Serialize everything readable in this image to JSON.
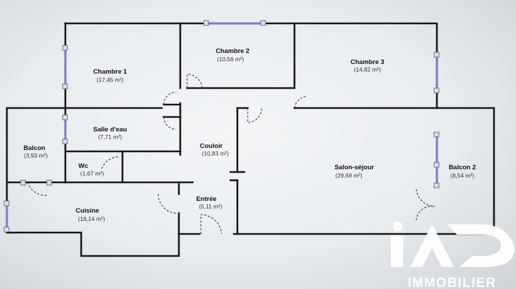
{
  "rooms": [
    {
      "name": "Chambre 1",
      "area": "(17,45 m²)"
    },
    {
      "name": "Chambre 2",
      "area": "(10,56 m²)"
    },
    {
      "name": "Chambre 3",
      "area": "(14,82 m²)"
    },
    {
      "name": "Salle d'eau",
      "area": "(7,71 m²)"
    },
    {
      "name": "Balcon",
      "area": "(3,93 m²)"
    },
    {
      "name": "Wc",
      "area": "(1,67 m²)"
    },
    {
      "name": "Couloir",
      "area": "(10,83 m²)"
    },
    {
      "name": "Salon-séjour",
      "area": "(29,68 m²)"
    },
    {
      "name": "Balcon 2",
      "area": "(8,54 m²)"
    },
    {
      "name": "Entrée",
      "area": "(5,11 m²)"
    },
    {
      "name": "Cuisine",
      "area": "(16,14 m²)"
    }
  ],
  "watermark": {
    "brand": "iAD",
    "subtitle": "IMMOBILIER"
  },
  "colors": {
    "wall": "#161616",
    "window": "#7a7fc8",
    "watermark": "#ffffff"
  }
}
